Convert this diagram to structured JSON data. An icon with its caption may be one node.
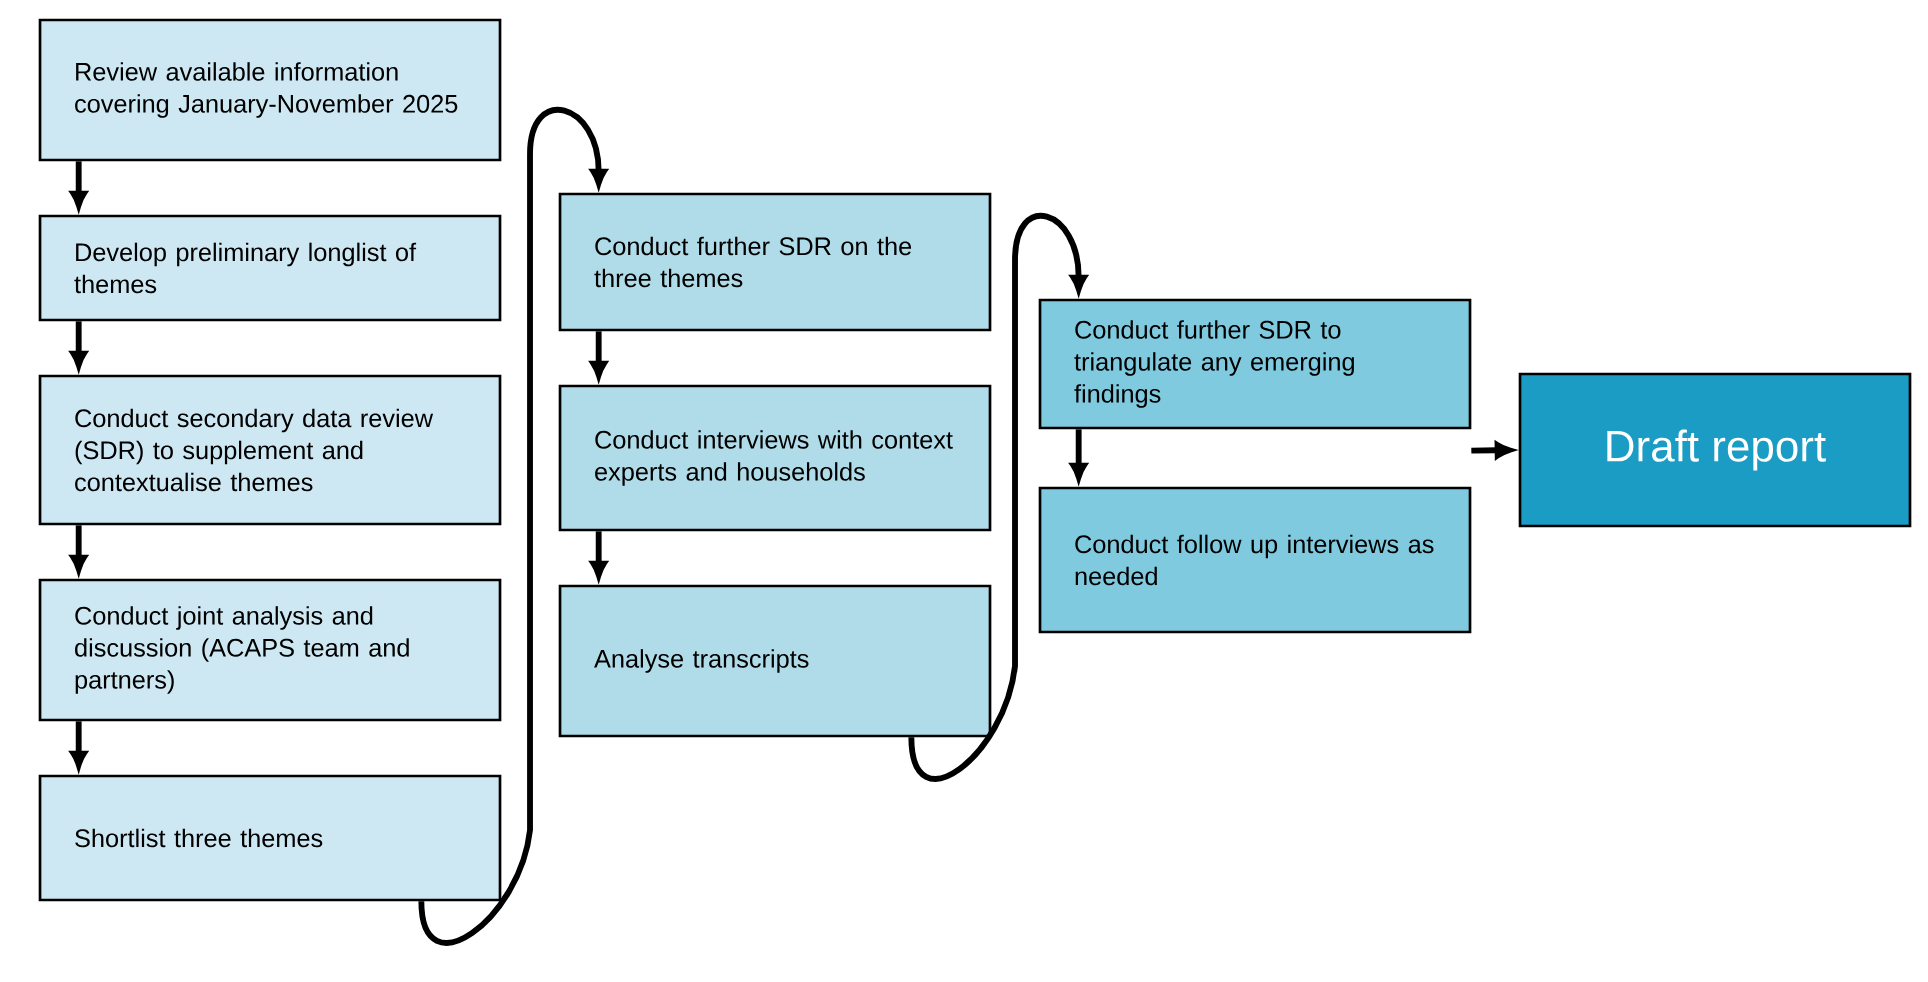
{
  "diagram": {
    "nodes": [
      {
        "text": [
          "Review available information covering January-November 2025"
        ]
      },
      {
        "text": [
          "Develop preliminary longlist of themes"
        ]
      },
      {
        "text": [
          "Conduct secondary data review (SDR) to supplement and contextualise themes"
        ]
      },
      {
        "text": [
          "Conduct joint analysis and discussion (ACAPS team and partners)"
        ]
      },
      {
        "text": [
          "Shortlist three themes"
        ]
      },
      {
        "text": [
          "Conduct further SDR on the three themes"
        ]
      },
      {
        "text": [
          "Conduct interviews with context experts and households"
        ]
      },
      {
        "text": [
          "Analyse transcripts"
        ]
      },
      {
        "text": [
          "Conduct further SDR to triangulate any emerging findings"
        ]
      },
      {
        "text": [
          "Conduct follow up interviews as needed"
        ]
      },
      {
        "text": [
          "Draft report"
        ]
      }
    ],
    "edges": [
      {
        "from": 0,
        "to": 1,
        "arrow": "to"
      },
      {
        "from": 1,
        "to": 2,
        "arrow": "to"
      },
      {
        "from": 2,
        "to": 3,
        "arrow": "to"
      },
      {
        "from": 3,
        "to": 4,
        "arrow": "to"
      },
      {
        "from": 4,
        "to": 5,
        "arrow": "to"
      },
      {
        "from": 5,
        "to": 6,
        "arrow": "to"
      },
      {
        "from": 6,
        "to": 7,
        "arrow": "to"
      },
      {
        "from": 7,
        "to": 8,
        "arrow": "to"
      },
      {
        "from": 8,
        "to": 9,
        "arrow": "to"
      },
      {
        "from": 8,
        "to": 10,
        "arrow": "to"
      }
    ]
  }
}
